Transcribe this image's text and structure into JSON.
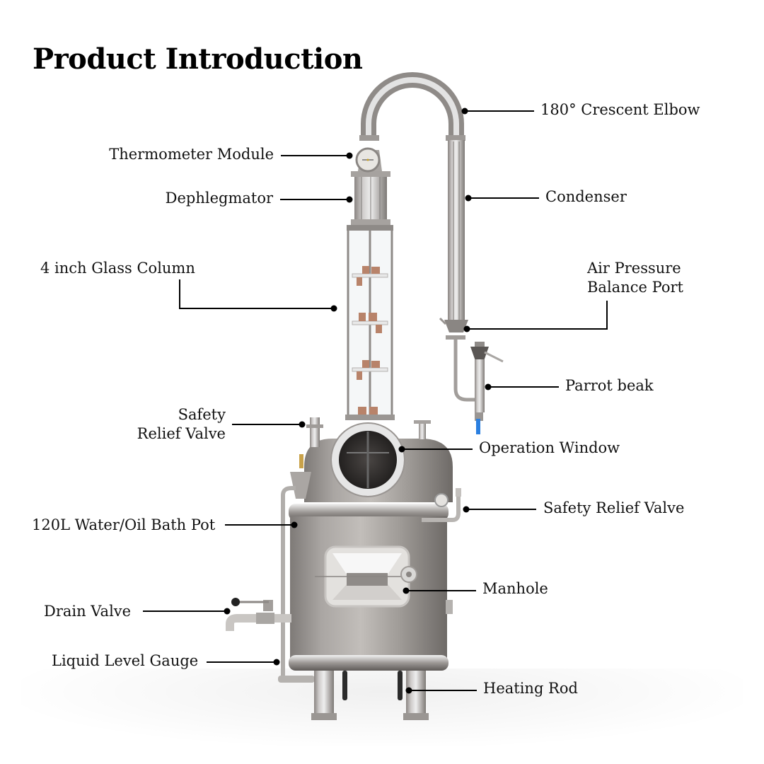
{
  "title": "Product Introduction",
  "labels": {
    "crescent_elbow": "180° Crescent Elbow",
    "thermometer_module": "Thermometer Module",
    "dephlegmator": "Dephlegmator",
    "condenser": "Condenser",
    "glass_column": "4 inch Glass Column",
    "air_pressure_line1": "Air Pressure",
    "air_pressure_line2": "Balance Port",
    "parrot_beak": "Parrot beak",
    "safety_relief_left_line1": "Safety",
    "safety_relief_left_line2": "Relief Valve",
    "operation_window": "Operation Window",
    "bath_pot": "120L Water/Oil Bath Pot",
    "safety_relief_right": "Safety Relief Valve",
    "manhole": "Manhole",
    "drain_valve": "Drain Valve",
    "liquid_level_gauge": "Liquid Level Gauge",
    "heating_rod": "Heating Rod"
  },
  "colors": {
    "steel_light": "#d8d8d8",
    "steel_mid": "#a9a6a3",
    "steel_dark": "#6f6b68",
    "copper": "#b8836a",
    "valve_blue": "#2a7fe0",
    "callout": "#000000"
  }
}
